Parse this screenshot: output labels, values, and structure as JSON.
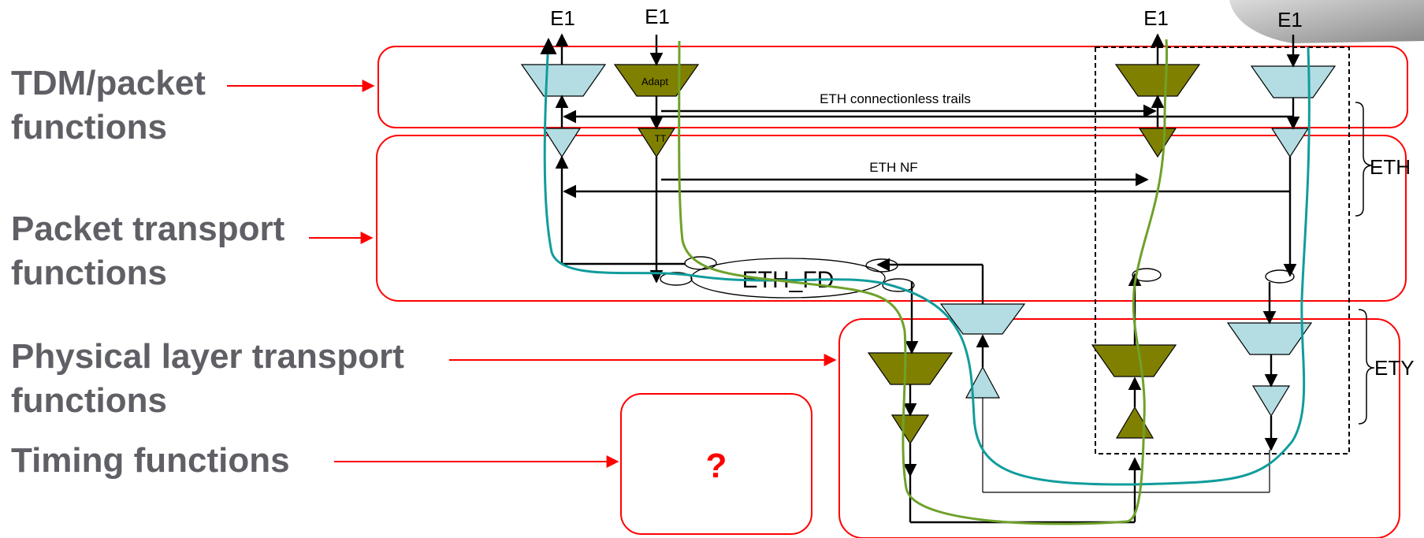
{
  "left_labels": [
    {
      "line1": "TDM/packet",
      "line2": "functions"
    },
    {
      "line1": "Packet transport",
      "line2": "functions"
    },
    {
      "line1": "Physical layer transport",
      "line2": "functions"
    },
    {
      "line1": "Timing functions",
      "line2": ""
    }
  ],
  "diagram": {
    "e1_labels": [
      "E1",
      "E1",
      "E1",
      "E1"
    ],
    "adapt_label": "Adapt",
    "tt_label": "TT",
    "eth_trails_label": "ETH connectionless trails",
    "eth_nf_label": "ETH NF",
    "eth_fd_label": "ETH_FD",
    "eth_brace_label": "ETH",
    "ety_brace_label": "ETY",
    "timing_question": "?"
  },
  "colors": {
    "layer_border": "#ff0000",
    "olive_function": "#808000",
    "light_function": "#b3dde3",
    "teal_path": "#119c9c",
    "green_path": "#6fa12a",
    "label_text": "#5f5f66"
  }
}
